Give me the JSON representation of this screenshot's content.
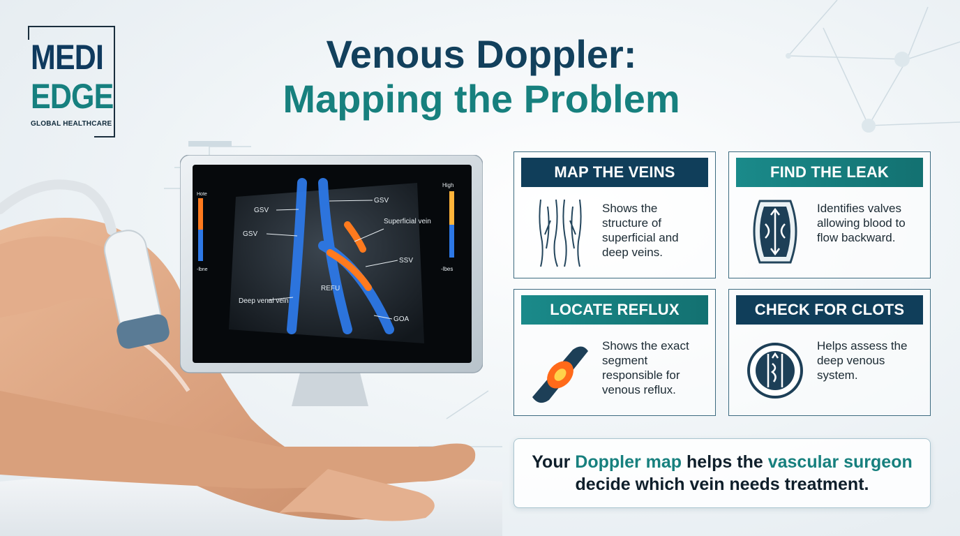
{
  "logo": {
    "line1": "MEDI",
    "line2": "EDGE",
    "tagline": "GLOBAL HEALTHCARE"
  },
  "title": {
    "line1": "Venous Doppler:",
    "line2": "Mapping the Problem"
  },
  "monitor": {
    "labels": {
      "gsv_top": "GSV",
      "gsv_left": "GSV",
      "gsv_mid": "GSV",
      "superficial": "Superficial vein",
      "ssv": "SSV",
      "refu": "REFU",
      "deep": "Deep venal vein",
      "goa": "GOA",
      "scale_high": "High",
      "scale_low": "-lbes",
      "scale_left_top": "Hote",
      "scale_left_bottom": "-lbne"
    }
  },
  "cards": [
    {
      "title": "MAP THE VEINS",
      "text": "Shows the structure of superficial and deep veins.",
      "icon": "leg-veins-icon"
    },
    {
      "title": "FIND THE LEAK",
      "text": "Identifies valves allowing blood to flow backward.",
      "icon": "vein-valve-icon"
    },
    {
      "title": "LOCATE REFLUX",
      "text": "Shows the exact segment responsible for venous reflux.",
      "icon": "vein-segment-icon"
    },
    {
      "title": "CHECK FOR CLOTS",
      "text": "Helps assess the deep venous system.",
      "icon": "clot-icon"
    }
  ],
  "banner": {
    "part1": "Your ",
    "hl1": "Doppler map",
    "part2": " helps the ",
    "hl2": "vascular surgeon",
    "part3": " decide which vein needs treatment."
  },
  "colors": {
    "navy": "#103e5a",
    "teal": "#17807e",
    "text": "#1b2a33"
  }
}
